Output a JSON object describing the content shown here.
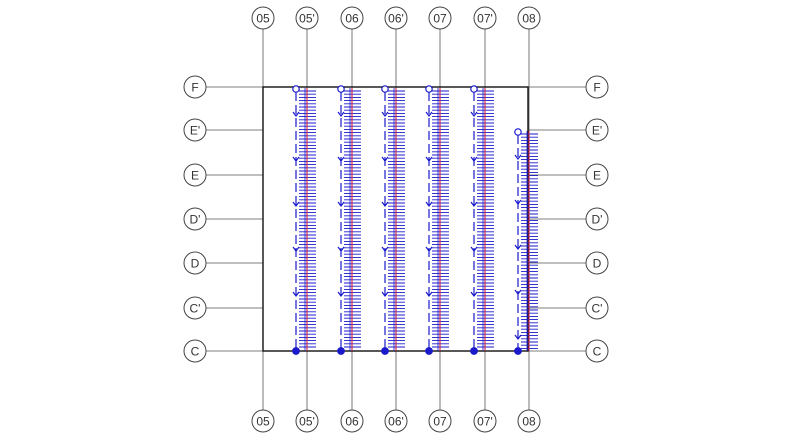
{
  "drawing": {
    "vertical_axes": [
      {
        "label": "05",
        "role": "grid"
      },
      {
        "label": "05'",
        "role": "grid"
      },
      {
        "label": "06",
        "role": "grid"
      },
      {
        "label": "06'",
        "role": "grid"
      },
      {
        "label": "07",
        "role": "grid"
      },
      {
        "label": "07'",
        "role": "grid"
      },
      {
        "label": "08",
        "role": "grid"
      }
    ],
    "horizontal_axes": [
      {
        "label": "F"
      },
      {
        "label": "E'"
      },
      {
        "label": "E"
      },
      {
        "label": "D'"
      },
      {
        "label": "D"
      },
      {
        "label": "C'"
      },
      {
        "label": "C"
      }
    ],
    "colors": {
      "grid": "#555555",
      "border": "#111111",
      "member": "#1a1acc",
      "member_centerline": "#cc2244",
      "bubble_stroke": "#444444"
    },
    "icons": {
      "axis_bubble": "circle-label",
      "support_node": "filled-circle",
      "pin_node": "open-circle",
      "load_arrow": "chevron-arrow"
    }
  }
}
